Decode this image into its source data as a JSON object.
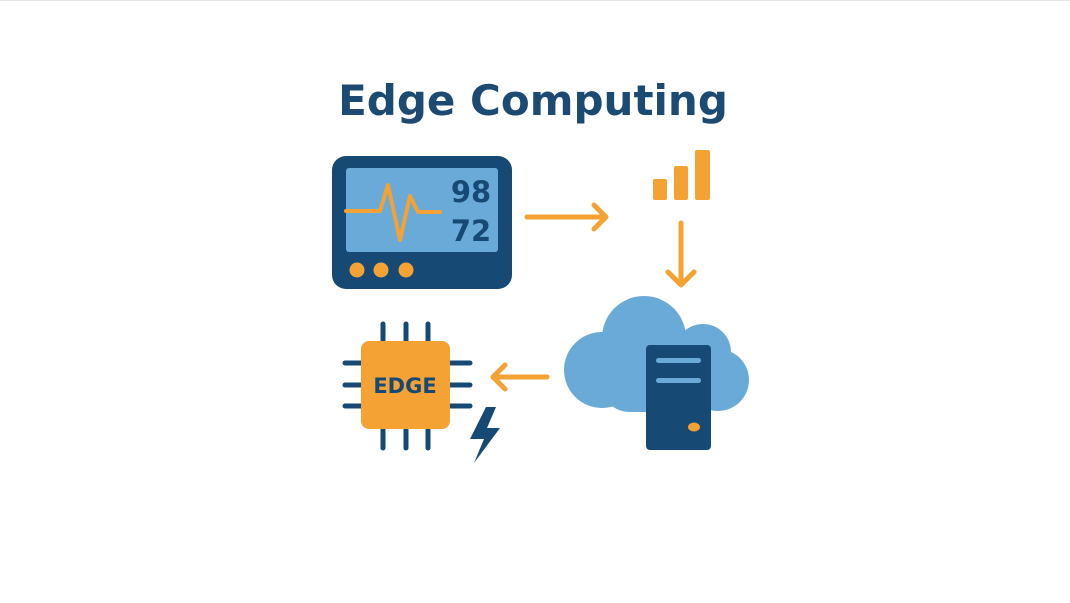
{
  "title": "Edge Computing",
  "monitor": {
    "readings": [
      "98",
      "72"
    ]
  },
  "chip": {
    "label": "EDGE"
  },
  "colors": {
    "dark_blue": "#164a75",
    "light_blue": "#6aaad8",
    "orange": "#f4a233"
  },
  "icons": [
    "monitor-icon",
    "signal-bars-icon",
    "cloud-server-icon",
    "chip-icon",
    "lightning-icon"
  ]
}
